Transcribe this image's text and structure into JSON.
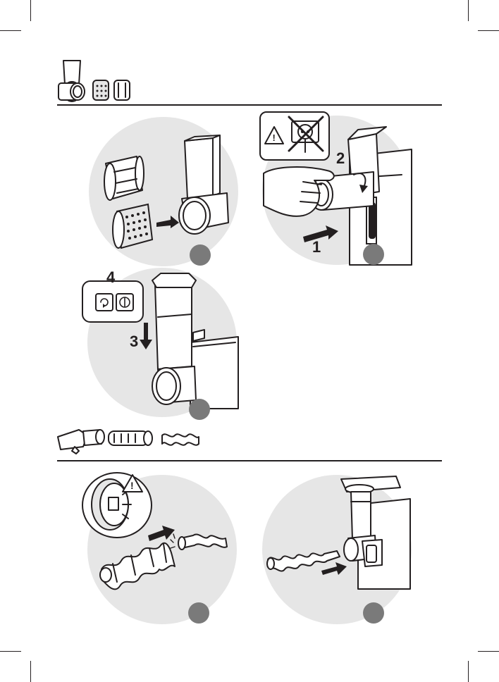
{
  "steps": {
    "n1": "1",
    "n2": "2",
    "n3": "3",
    "n4": "4"
  },
  "icons": {
    "warning": "warning-triangle-icon",
    "unplug": "no-plug-icon",
    "lock": "lock-symbol-icon",
    "power": "power-symbol-icon"
  },
  "colors": {
    "ink": "#231f20",
    "panel": "#e6e6e6",
    "step_marker": "#7a7a7a"
  }
}
